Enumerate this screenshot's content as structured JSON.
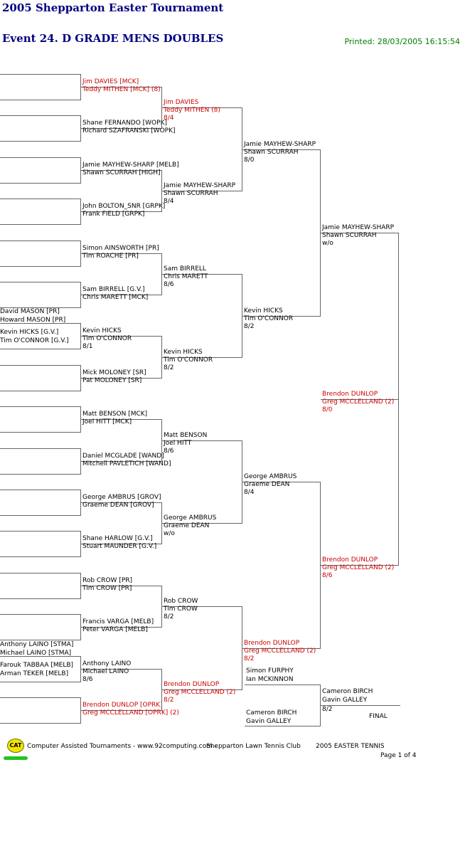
{
  "header": {
    "tournament": "2005 Shepparton Easter Tournament",
    "event": "Event 24. D GRADE MENS DOUBLES",
    "printed": "Printed: 28/03/2005 16:15:54"
  },
  "colors": {
    "title": "#000080",
    "printed": "#008000",
    "winner_text": "#cc0000",
    "lines": "#666666"
  },
  "prelim": [
    {
      "p1": "David MASON [PR]",
      "p2": "Howard MASON [PR]"
    },
    {
      "p1": "Kevin HICKS [G.V.]",
      "p2": "Tim O'CONNOR [G.V.]"
    },
    {
      "p1": "Anthony LAINO [STMA]",
      "p2": "Michael LAINO [STMA]"
    },
    {
      "p1": "Farouk TABBAA [MELB]",
      "p2": "Arman TEKER [MELB]"
    }
  ],
  "round1": [
    {
      "p1": "Jim DAVIES [MCK]",
      "p2": "Teddy MITHEN [MCK] (8)",
      "score": ""
    },
    {
      "p1": "Shane FERNANDO [WOPK]",
      "p2": "Richard SZAFRANSKI [WOPK]",
      "score": ""
    },
    {
      "p1": "Jamie MAYHEW-SHARP [MELB]",
      "p2": "Shawn SCURRAH [HIGH]",
      "score": ""
    },
    {
      "p1": "John BOLTON_SNR [GRPK]",
      "p2": "Frank FIELD [GRPK]",
      "score": ""
    },
    {
      "p1": "Simon AINSWORTH [PR]",
      "p2": "Tim ROACHE [PR]",
      "score": ""
    },
    {
      "p1": "Sam BIRRELL [G.V.]",
      "p2": "Chris MARETT [MCK]",
      "score": ""
    },
    {
      "p1": "Kevin HICKS",
      "p2": "Tim O'CONNOR",
      "score": "8/1"
    },
    {
      "p1": "Mick MOLONEY [SR]",
      "p2": "Pat MOLONEY [SR]",
      "score": ""
    },
    {
      "p1": "Matt BENSON [MCK]",
      "p2": "Joel HITT [MCK]",
      "score": ""
    },
    {
      "p1": "Daniel MCGLADE [WAND]",
      "p2": "Mitchell PAVLETICH [WAND]",
      "score": ""
    },
    {
      "p1": "George AMBRUS [GROV]",
      "p2": "Graeme DEAN [GROV]",
      "score": ""
    },
    {
      "p1": "Shane HARLOW [G.V.]",
      "p2": "Stuart MAUNDER [G.V.]",
      "score": ""
    },
    {
      "p1": "Rob CROW [PR]",
      "p2": "Tim CROW [PR]",
      "score": ""
    },
    {
      "p1": "Francis VARGA [MELB]",
      "p2": "Peter VARGA [MELB]",
      "score": ""
    },
    {
      "p1": "Anthony LAINO",
      "p2": "Michael LAINO",
      "score": "8/6"
    },
    {
      "p1": "Brendon DUNLOP [OPRK]",
      "p2": "Greg MCCLELLAND [OPRK] (2)",
      "score": ""
    }
  ],
  "round2": [
    {
      "p1": "Jim DAVIES",
      "p2": "Teddy MITHEN (8)",
      "score": "8/4"
    },
    {
      "p1": "Jamie MAYHEW-SHARP",
      "p2": "Shawn SCURRAH",
      "score": "8/4"
    },
    {
      "p1": "Sam BIRRELL",
      "p2": "Chris MARETT",
      "score": "8/6"
    },
    {
      "p1": "Kevin HICKS",
      "p2": "Tim O'CONNOR",
      "score": "8/2"
    },
    {
      "p1": "Matt BENSON",
      "p2": "Joel HITT",
      "score": "8/6"
    },
    {
      "p1": "George AMBRUS",
      "p2": "Graeme DEAN",
      "score": "w/o"
    },
    {
      "p1": "Rob CROW",
      "p2": "Tim CROW",
      "score": "8/2"
    },
    {
      "p1": "Brendon DUNLOP",
      "p2": "Greg MCCLELLAND (2)",
      "score": "8/2"
    }
  ],
  "round3": [
    {
      "p1": "Jamie MAYHEW-SHARP",
      "p2": "Shawn SCURRAH",
      "score": "8/0"
    },
    {
      "p1": "Kevin HICKS",
      "p2": "Tim O'CONNOR",
      "score": "8/2"
    },
    {
      "p1": "George AMBRUS",
      "p2": "Graeme DEAN",
      "score": "8/4"
    },
    {
      "p1": "Brendon DUNLOP",
      "p2": "Greg MCCLELLAND (2)",
      "score": "8/2"
    }
  ],
  "round4": [
    {
      "p1": "Jamie MAYHEW-SHARP",
      "p2": "Shawn SCURRAH",
      "score": "w/o"
    },
    {
      "p1": "Brendon DUNLOP",
      "p2": "Greg MCCLELLAND (2)",
      "score": "8/6"
    }
  ],
  "round5": {
    "p1": "Brendon DUNLOP",
    "p2": "Greg MCCLELLAND (2)",
    "score": "8/0"
  },
  "playoff": {
    "a": {
      "p1": "Simon FURPHY",
      "p2": "Ian MCKINNON"
    },
    "b": {
      "p1": "Cameron BIRCH",
      "p2": "Gavin GALLEY"
    },
    "winner": {
      "p1": "Cameron BIRCH",
      "p2": "Gavin GALLEY",
      "score": "8/2"
    },
    "label": "FINAL"
  },
  "footer": {
    "logo": "CAT",
    "software": "Computer Assisted Tournaments - www.92computing.com -",
    "club": "Shepparton Lawn Tennis Club",
    "event": "2005 EASTER TENNIS",
    "page": "Page 1 of 4"
  }
}
